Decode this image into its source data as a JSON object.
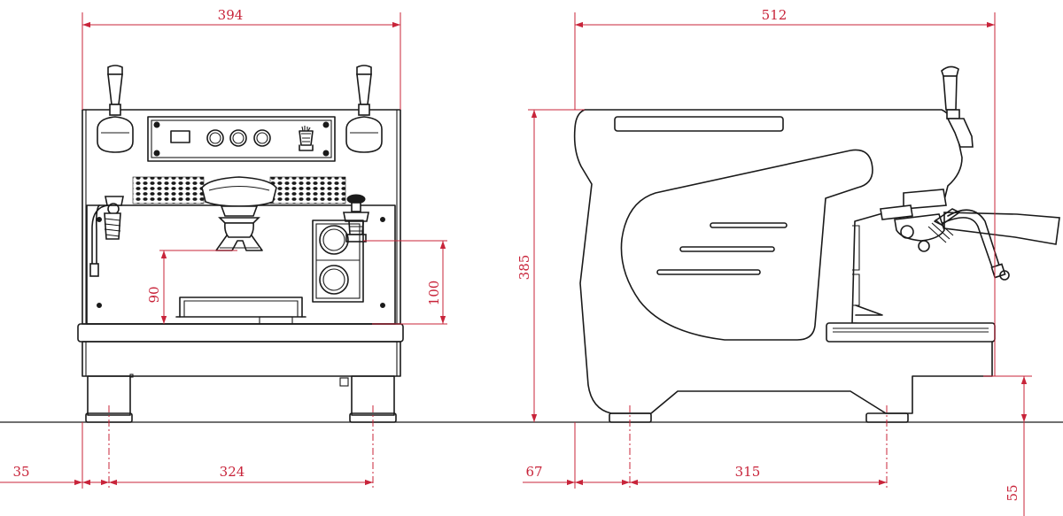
{
  "drawing": {
    "dimensions": {
      "front_width": "394",
      "front_foot_offset": "35",
      "front_foot_spacing": "324",
      "group_height": "90",
      "cup_height": "100",
      "side_depth": "512",
      "side_height": "385",
      "side_foot_offset": "67",
      "side_foot_spacing": "315",
      "drip_tray_height": "55"
    },
    "colors": {
      "line": "#1a1a1a",
      "dimension": "#c8243a",
      "background": "#ffffff"
    }
  }
}
